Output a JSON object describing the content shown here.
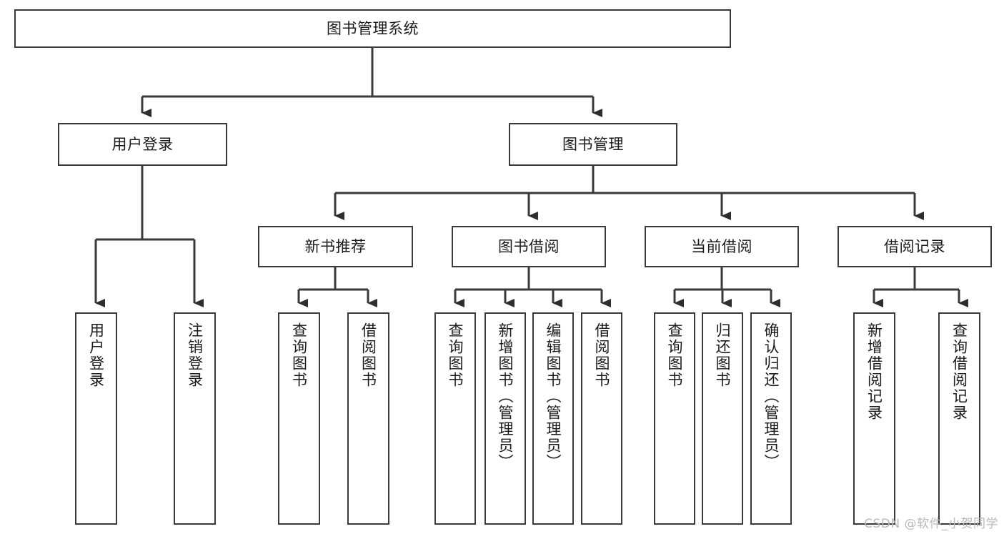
{
  "diagram": {
    "title": "图书管理系统",
    "type": "tree-hierarchy-chart",
    "root": {
      "label": "图书管理系统"
    },
    "level2": [
      {
        "label": "用户登录"
      },
      {
        "label": "图书管理"
      }
    ],
    "level3": [
      {
        "label": "新书推荐"
      },
      {
        "label": "图书借阅"
      },
      {
        "label": "当前借阅"
      },
      {
        "label": "借阅记录"
      }
    ],
    "leaves": [
      {
        "label": "用户登录",
        "parent": "用户登录"
      },
      {
        "label": "注销登录",
        "parent": "用户登录"
      },
      {
        "label": "查询图书",
        "parent": "新书推荐"
      },
      {
        "label": "借阅图书",
        "parent": "新书推荐"
      },
      {
        "label": "查询图书",
        "parent": "图书借阅"
      },
      {
        "label": "新增图书（管理员）",
        "parent": "图书借阅"
      },
      {
        "label": "编辑图书（管理员）",
        "parent": "图书借阅"
      },
      {
        "label": "借阅图书",
        "parent": "图书借阅"
      },
      {
        "label": "查询图书",
        "parent": "当前借阅"
      },
      {
        "label": "归还图书",
        "parent": "当前借阅"
      },
      {
        "label": "确认归还（管理员）",
        "parent": "当前借阅"
      },
      {
        "label": "新增借阅记录",
        "parent": "借阅记录"
      },
      {
        "label": "查询借阅记录",
        "parent": "借阅记录"
      }
    ],
    "colors": {
      "stroke": "#3a3a3a",
      "fill": "#ffffff",
      "text": "#1b1b1b",
      "watermark": "#b9b9b9"
    }
  },
  "watermark": {
    "text": "CSDN @软件_小贺同学"
  }
}
